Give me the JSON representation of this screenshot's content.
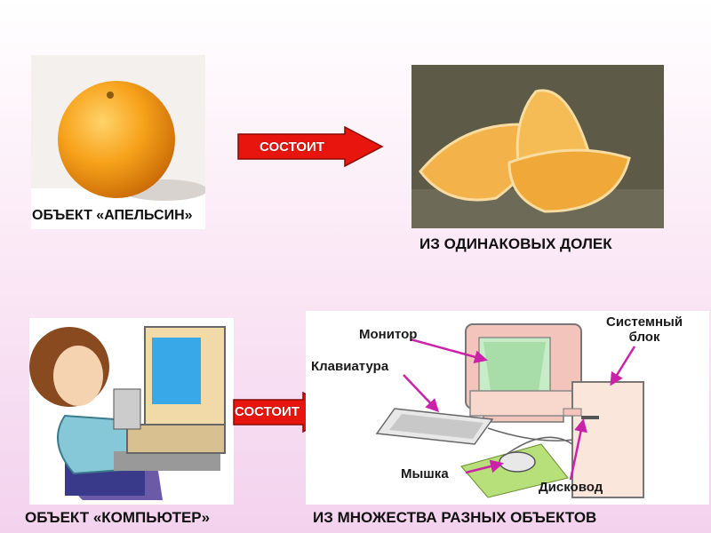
{
  "row1": {
    "object_caption": "ОБЪЕКТ «АПЕЛЬСИН»",
    "verb": "СОСТОИТ",
    "result_caption": "ИЗ ОДИНАКОВЫХ ДОЛЕК"
  },
  "row2": {
    "object_caption": "ОБЪЕКТ «КОМПЬЮТЕР»",
    "verb": "СОСТОИТ",
    "result_caption": "ИЗ МНОЖЕСТВА РАЗНЫХ ОБЪЕКТОВ"
  },
  "computer_parts": {
    "monitor": "Монитор",
    "system_unit_line1": "Системный",
    "system_unit_line2": "блок",
    "keyboard": "Клавиатура",
    "mouse": "Мышка",
    "disk_drive": "Дисковод"
  },
  "colors": {
    "arrow_fill": "#e8150e",
    "pointer_arrow": "#cc22aa",
    "orange": "#f7a21b"
  },
  "icons": [
    "orange-icon",
    "orange-slices-icon",
    "girl-at-computer-icon",
    "computer-set-icon"
  ]
}
